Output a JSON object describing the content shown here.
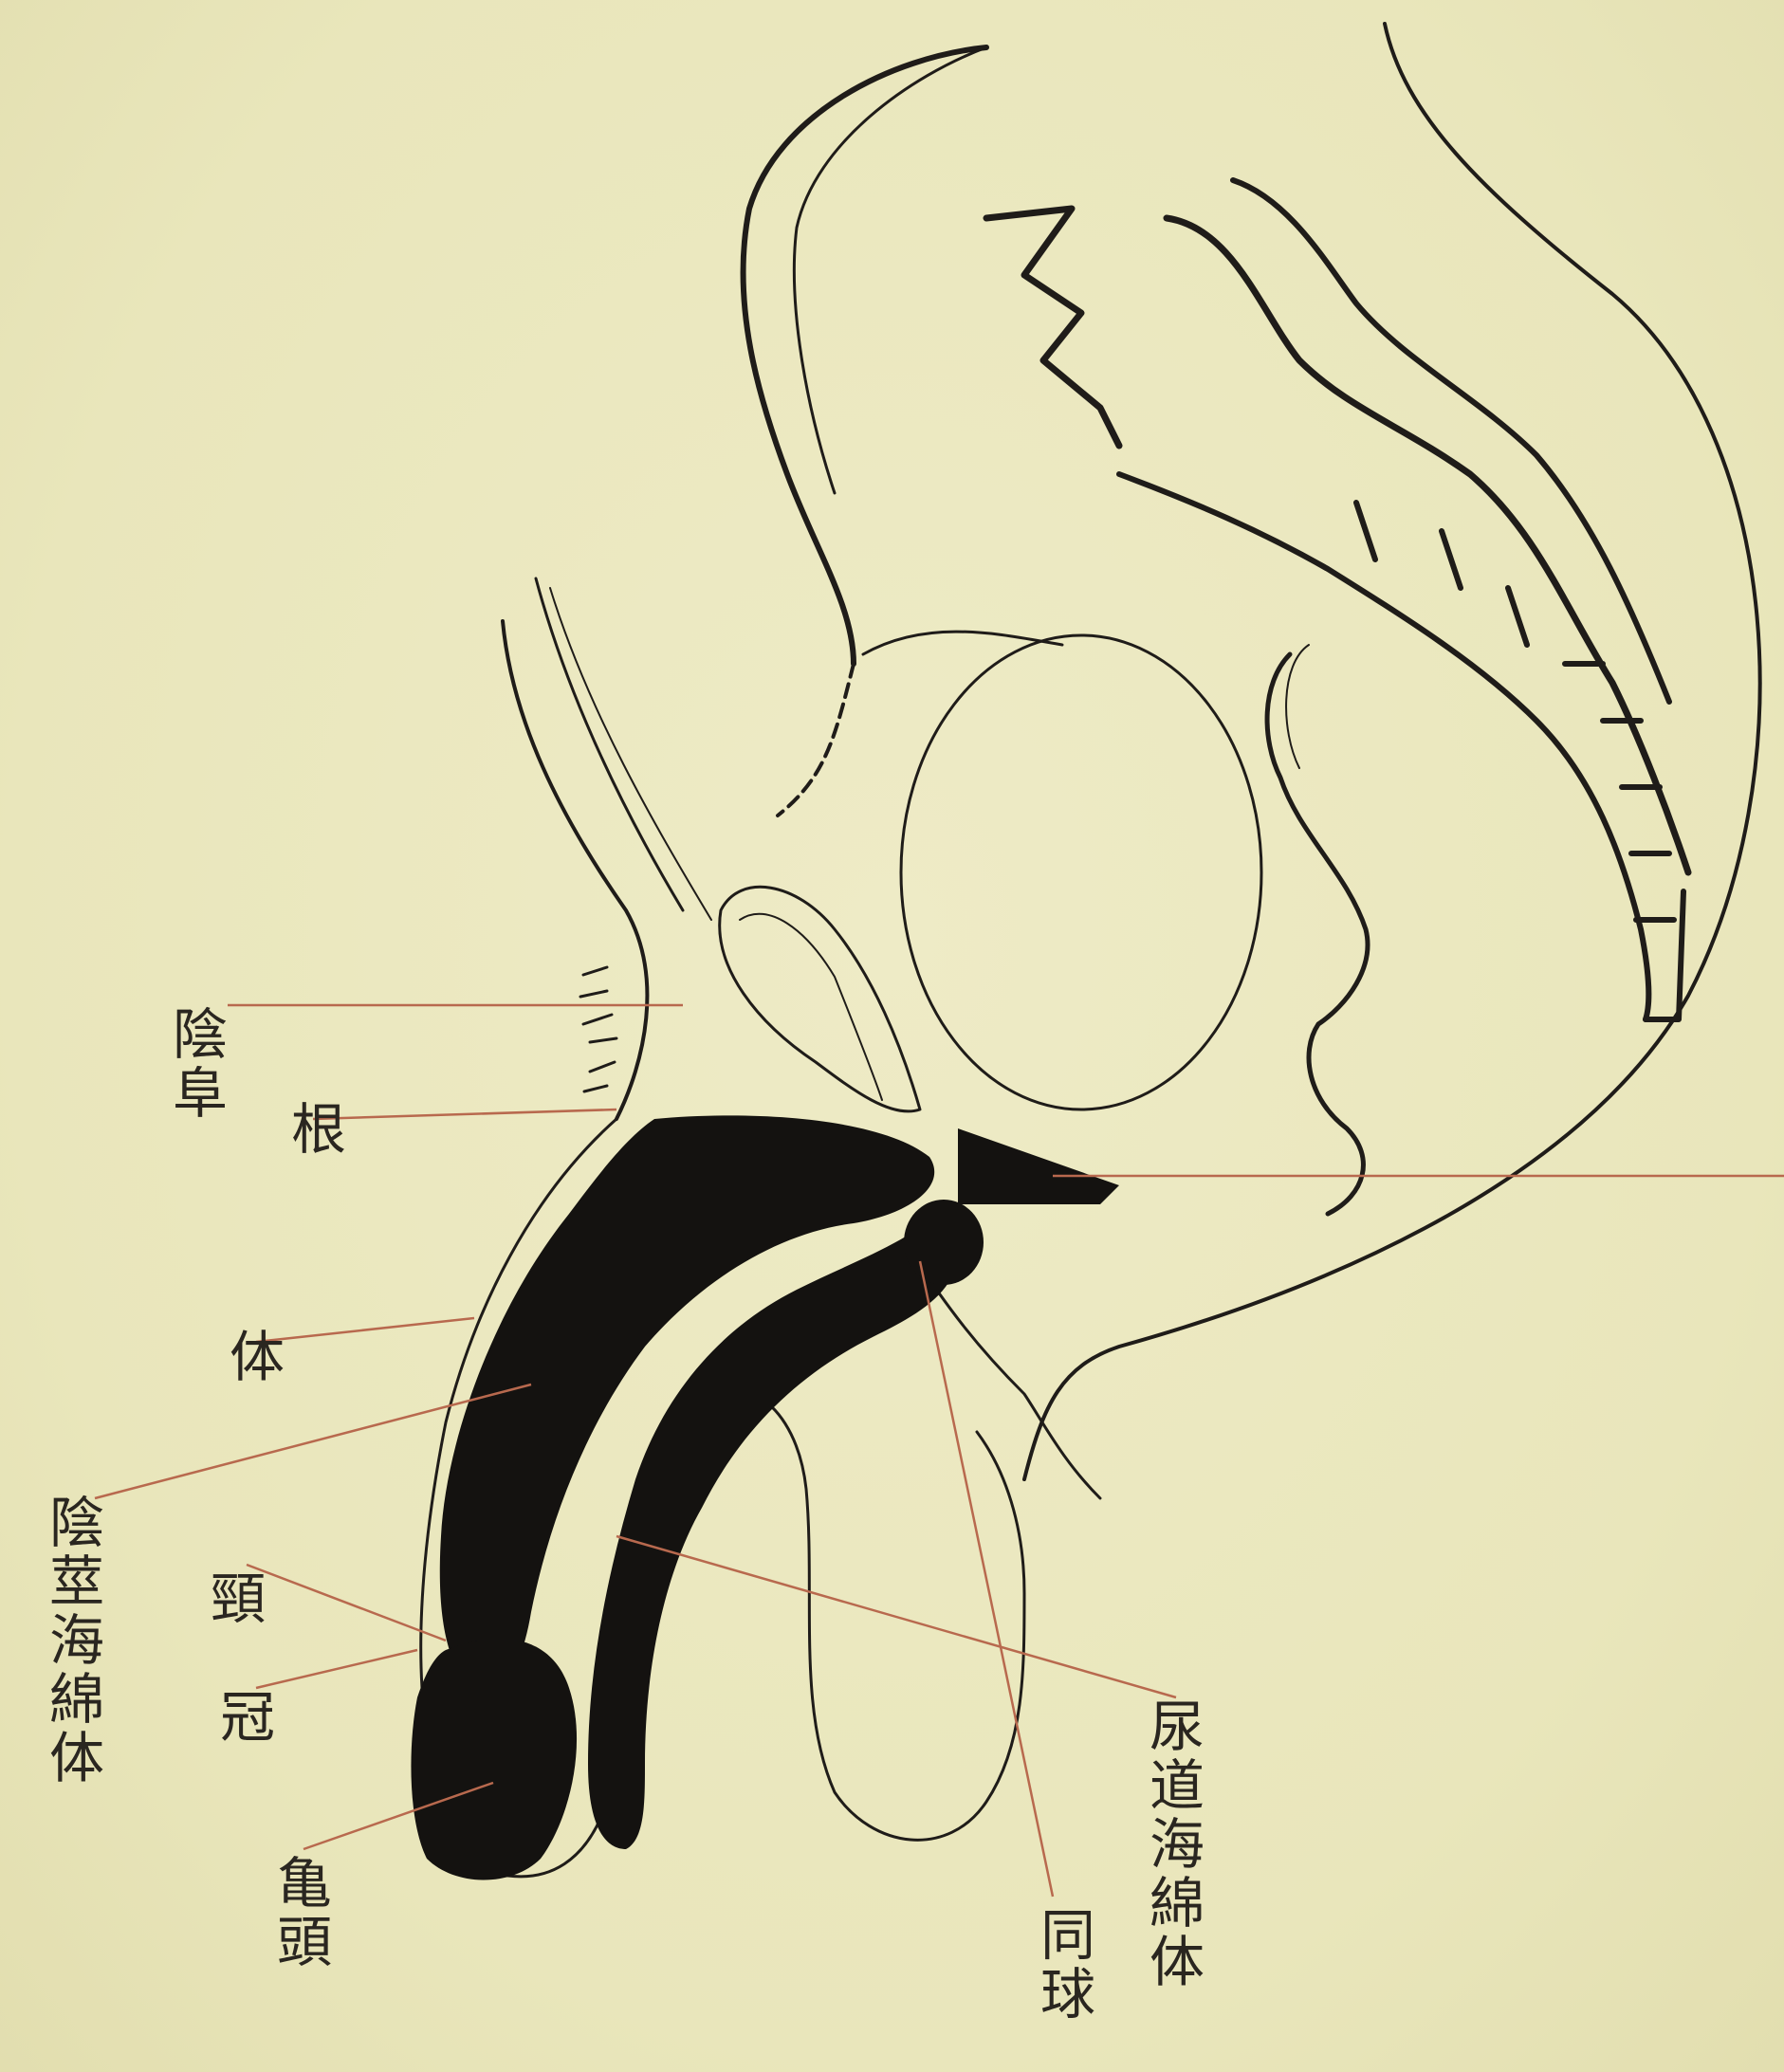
{
  "colors": {
    "paper": "#ebe8bf",
    "ink": "#1f1c19",
    "leader": "#b8694e"
  },
  "labels": {
    "yinfu": "陰阜",
    "ken": "根",
    "tai": "体",
    "corpus_cavernosum_penis": "陰莖海綿体",
    "kei": "頸",
    "kan": "冠",
    "kito": "亀頭",
    "corpus_spongiosum": "尿道海綿体",
    "bulb": "同球"
  }
}
